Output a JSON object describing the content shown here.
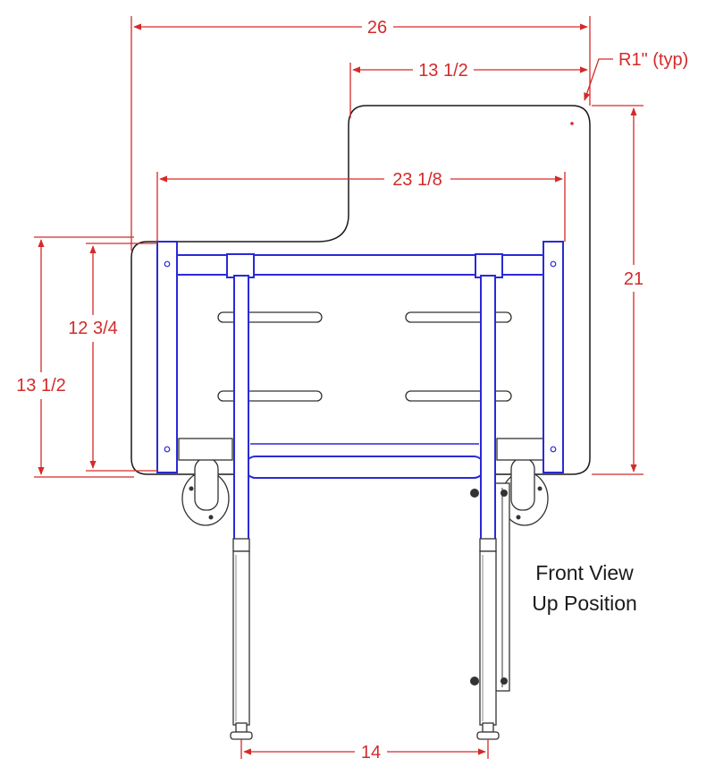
{
  "dimensions": {
    "overall_width": "26",
    "upper_width": "13 1/2",
    "radius": "R1\" (typ)",
    "frame_width": "23 1/8",
    "overall_height": "21",
    "frame_height": "12 3/4",
    "seat_height": "13 1/2",
    "leg_spacing": "14"
  },
  "caption": {
    "line1": "Front View",
    "line2": "Up Position"
  },
  "colors": {
    "dimension": "#d42a2a",
    "frame": "#2a2ad6",
    "outline": "#1a1a1a"
  }
}
